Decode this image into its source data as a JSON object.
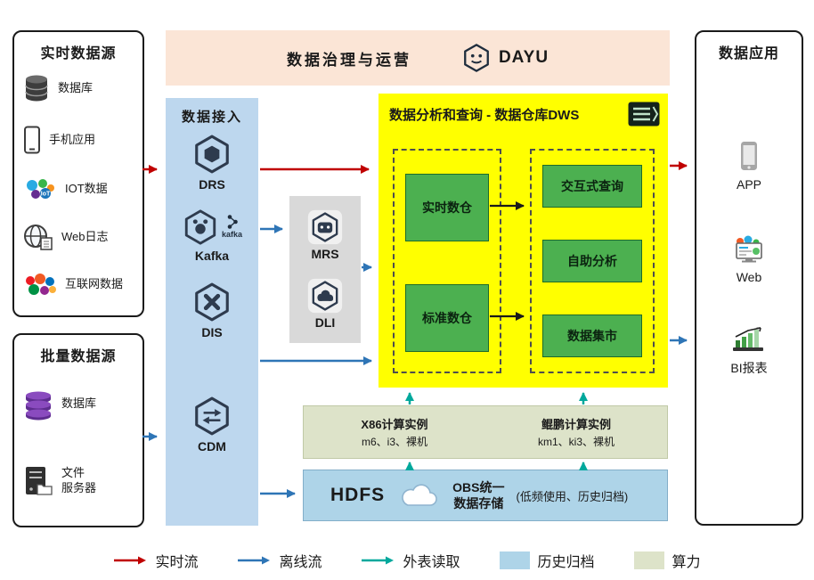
{
  "banner": {
    "title": "数据治理与运营",
    "logo_text": "DAYU"
  },
  "realtime_sources": {
    "title": "实时数据源",
    "items": [
      {
        "label": "数据库",
        "icon": "database-icon"
      },
      {
        "label": "手机应用",
        "icon": "phone-icon"
      },
      {
        "label": "IOT数据",
        "icon": "iot-icon"
      },
      {
        "label": "Web日志",
        "icon": "globe-icon"
      },
      {
        "label": "互联网数据",
        "icon": "internet-icon"
      }
    ]
  },
  "batch_sources": {
    "title": "批量数据源",
    "items": [
      {
        "label": "数据库",
        "icon": "database-stack-icon"
      },
      {
        "label": "文件\n服务器",
        "icon": "file-server-icon"
      }
    ]
  },
  "ingestion": {
    "title": "数据接入",
    "services": [
      {
        "label": "DRS",
        "icon": "drs-icon"
      },
      {
        "label": "Kafka",
        "icon": "kafka-icon",
        "badge": "kafka"
      },
      {
        "label": "DIS",
        "icon": "dis-icon"
      },
      {
        "label": "CDM",
        "icon": "cdm-icon"
      }
    ]
  },
  "processing": {
    "services": [
      {
        "label": "MRS",
        "icon": "mrs-icon"
      },
      {
        "label": "DLI",
        "icon": "dli-icon"
      }
    ]
  },
  "dws": {
    "title": "数据分析和查询 - 数据仓库DWS",
    "warehouses": [
      "实时数仓",
      "标准数仓"
    ],
    "analytics": [
      "交互式查询",
      "自助分析",
      "数据集市"
    ]
  },
  "compute": {
    "x86_title": "X86计算实例",
    "x86_sub": "m6、i3、裸机",
    "kunpeng_title": "鲲鹏计算实例",
    "kunpeng_sub": "km1、ki3、裸机"
  },
  "storage": {
    "hdfs": "HDFS",
    "obs": "OBS统一\n数据存储",
    "note": "(低频使用、历史归档)"
  },
  "applications": {
    "title": "数据应用",
    "items": [
      {
        "label": "APP",
        "icon": "app-icon"
      },
      {
        "label": "Web",
        "icon": "web-icon"
      },
      {
        "label": "BI报表",
        "icon": "bi-report-icon"
      }
    ]
  },
  "legend": {
    "realtime": "实时流",
    "offline": "离线流",
    "external": "外表读取",
    "archive": "历史归档",
    "compute_power": "算力"
  },
  "colors": {
    "realtime_flow": "#c00000",
    "offline_flow": "#2e75b6",
    "external_read": "#00a89c",
    "archive_bg": "#aed4e8",
    "compute_bg": "#dde3c9",
    "dws_bg": "#ffff00",
    "warehouse_green": "#4cb050",
    "ingestion_bg": "#bdd7ee",
    "banner_bg": "#fbe5d6",
    "processing_bg": "#d9d9d9"
  }
}
